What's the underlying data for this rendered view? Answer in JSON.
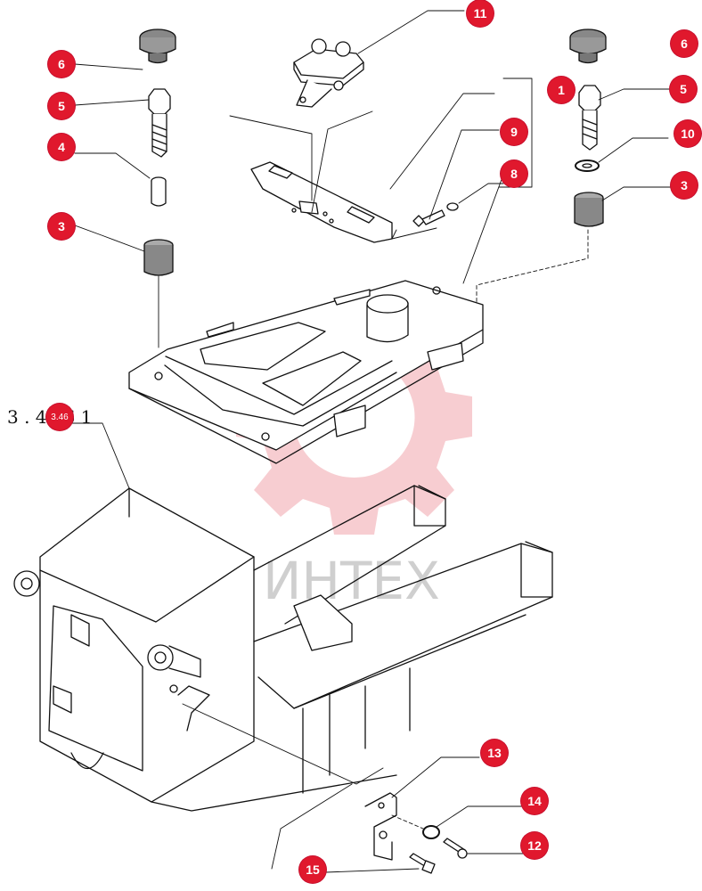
{
  "callouts": [
    {
      "id": "c11",
      "label": "11"
    },
    {
      "id": "c6a",
      "label": "6"
    },
    {
      "id": "c6b",
      "label": "6"
    },
    {
      "id": "c1",
      "label": "1"
    },
    {
      "id": "c5a",
      "label": "5"
    },
    {
      "id": "c5b",
      "label": "5"
    },
    {
      "id": "c9",
      "label": "9"
    },
    {
      "id": "c10",
      "label": "10"
    },
    {
      "id": "c4",
      "label": "4"
    },
    {
      "id": "c8",
      "label": "8"
    },
    {
      "id": "c3a",
      "label": "3"
    },
    {
      "id": "c3b",
      "label": "3"
    },
    {
      "id": "c346",
      "label": "3.46"
    },
    {
      "id": "c13",
      "label": "13"
    },
    {
      "id": "c14",
      "label": "14"
    },
    {
      "id": "c12",
      "label": "12"
    },
    {
      "id": "c15",
      "label": "15"
    }
  ],
  "ref_label": "3 . 46 6 1",
  "watermark": {
    "text": "ИНТЕХ",
    "color": "#e8a0a5"
  },
  "colors": {
    "callout": "#e0182d",
    "line": "#111111"
  }
}
